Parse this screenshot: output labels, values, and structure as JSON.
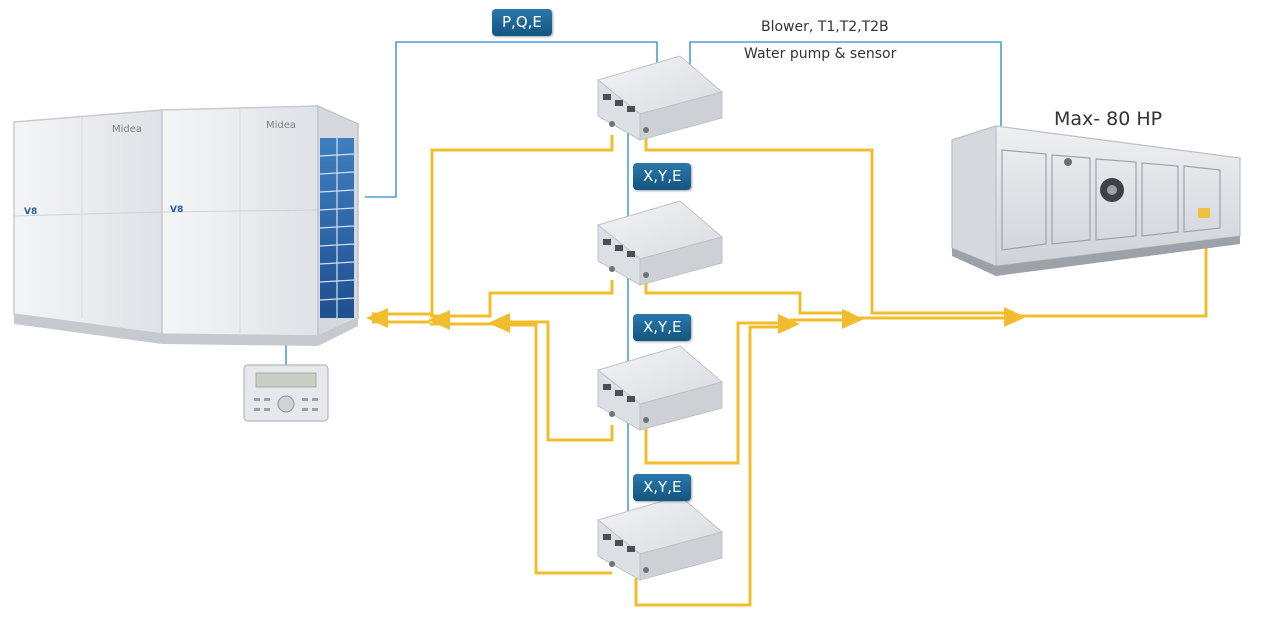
{
  "labels": {
    "power_comm": "P,Q,E",
    "signal_1": "X,Y,E",
    "signal_2": "X,Y,E",
    "signal_3": "X,Y,E",
    "blower_line": "Blower, T1,T2,T2B",
    "pump_line": "Water pump & sensor",
    "capacity": "Max- 80 HP"
  },
  "outdoor_unit": {
    "brand": "Midea",
    "series": "V8"
  },
  "colors": {
    "comm_line": "#4a9ed6",
    "refrigerant_line": "#f2bd2c",
    "badge": "#1c6596",
    "unit_body": "#e7e9ec"
  },
  "icons": {
    "outdoor_unit": "vrf-outdoor-unit-icon",
    "controller": "wired-controller-icon",
    "kit_box": "ahu-kit-box-icon",
    "air_handler": "air-handling-unit-icon"
  }
}
